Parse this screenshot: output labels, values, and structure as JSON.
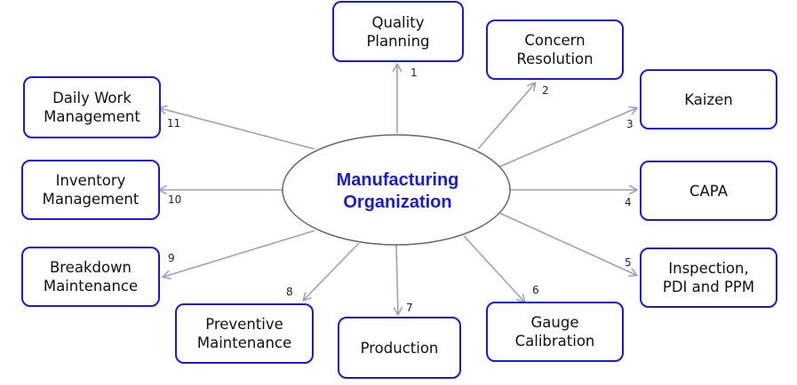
{
  "center": {
    "label": "Manufacturing\nOrganization"
  },
  "nodes": [
    {
      "id": "quality-planning",
      "number": "1",
      "label": "Quality\nPlanning"
    },
    {
      "id": "concern-resolution",
      "number": "2",
      "label": "Concern\nResolution"
    },
    {
      "id": "kaizen",
      "number": "3",
      "label": "Kaizen"
    },
    {
      "id": "capa",
      "number": "4",
      "label": "CAPA"
    },
    {
      "id": "inspection",
      "number": "5",
      "label": "Inspection,\nPDI and PPM"
    },
    {
      "id": "gauge-calibration",
      "number": "6",
      "label": "Gauge\nCalibration"
    },
    {
      "id": "production",
      "number": "7",
      "label": "Production"
    },
    {
      "id": "preventive-maintenance",
      "number": "8",
      "label": "Preventive\nMaintenance"
    },
    {
      "id": "breakdown-maintenance",
      "number": "9",
      "label": "Breakdown\nMaintenance"
    },
    {
      "id": "inventory-management",
      "number": "10",
      "label": "Inventory\nManagement"
    },
    {
      "id": "daily-work-management",
      "number": "11",
      "label": "Daily Work\nManagement"
    }
  ],
  "colors": {
    "box_border": "#1a1acf",
    "center_text": "#1c1ccc",
    "arrow": "#98a2b8",
    "ellipse_border": "#666666"
  }
}
